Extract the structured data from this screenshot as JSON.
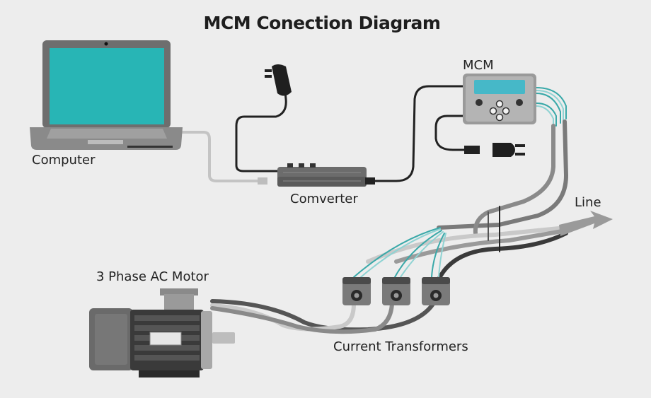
{
  "title": "MCM Conection Diagram",
  "labels": {
    "computer": "Computer",
    "converter": "Comverter",
    "mcm": "MCM",
    "line": "Line",
    "motor": "3 Phase AC Motor",
    "current_transformers": "Current Transformers"
  },
  "colors": {
    "background": "#ededed",
    "cable_dark": "#333333",
    "cable_gray": "#7a7a7a",
    "cable_light": "#bdbdbd",
    "sense_wire_teal": "#3aa9a9",
    "laptop_screen": "#28b5b5",
    "mcm_display": "#46b8c8"
  }
}
